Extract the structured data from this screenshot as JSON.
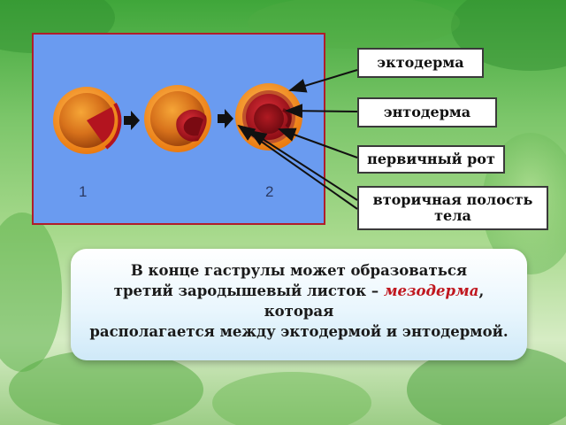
{
  "diagram": {
    "stage_labels": [
      "1",
      "2"
    ],
    "labels": {
      "ectoderm": "эктодерма",
      "endoderm": "энтодерма",
      "primary_mouth": "первичный рот",
      "secondary_cavity_line1": "вторичная полость",
      "secondary_cavity_line2": "тела"
    },
    "colors": {
      "panel": "#6a9bf0",
      "panel_border": "#b01e2a",
      "outer_layer": "#f08a1a",
      "inner_yolk": "#c75a12",
      "endoderm": "#b3141f",
      "arrow": "#111111"
    }
  },
  "note": {
    "line1": "В конце гаструлы может образоваться",
    "line2_before": "третий зародышевый листок – ",
    "line2_term": "мезодерма",
    "line2_after": ",",
    "line3": "которая",
    "line4": "располагается между эктодермой и энтодермой."
  }
}
